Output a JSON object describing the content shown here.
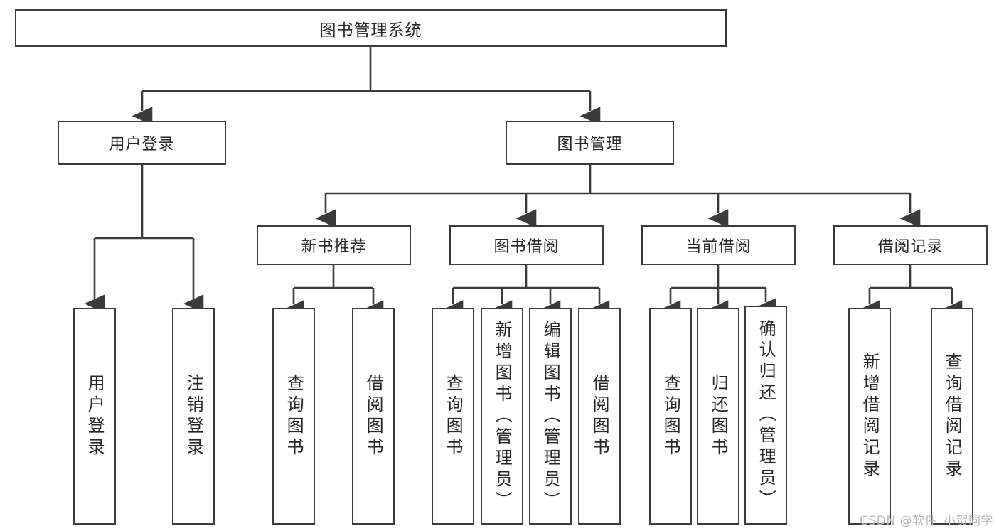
{
  "diagram": {
    "title": "图书管理系统",
    "type": "tree-hierarchy-chart",
    "watermark": "CSDN @软件_小贺同学",
    "colors": {
      "box_border": "#3b3b3b",
      "box_fill": "#ffffff",
      "line": "#3b3b3b",
      "text": "#262626",
      "watermark": "#b9b9b9",
      "background": "#ffffff"
    },
    "root": {
      "label": "图书管理系统"
    },
    "level2": [
      {
        "label": "用户登录"
      },
      {
        "label": "图书管理"
      }
    ],
    "level3": [
      {
        "label": "新书推荐"
      },
      {
        "label": "图书借阅"
      },
      {
        "label": "当前借阅"
      },
      {
        "label": "借阅记录"
      }
    ],
    "leaves": {
      "user_login": [
        {
          "label": "用户登录"
        },
        {
          "label": "注销登录"
        }
      ],
      "new_book_recommend": [
        {
          "label": "查询图书"
        },
        {
          "label": "借阅图书"
        }
      ],
      "book_borrow": [
        {
          "label": "查询图书"
        },
        {
          "label": "新增图书（管理员）"
        },
        {
          "label": "编辑图书（管理员）"
        },
        {
          "label": "借阅图书"
        }
      ],
      "current_borrow": [
        {
          "label": "查询图书"
        },
        {
          "label": "归还图书"
        },
        {
          "label": "确认归还（管理员）"
        }
      ],
      "borrow_record": [
        {
          "label": "新增借阅记录"
        },
        {
          "label": "查询借阅记录"
        }
      ]
    }
  }
}
